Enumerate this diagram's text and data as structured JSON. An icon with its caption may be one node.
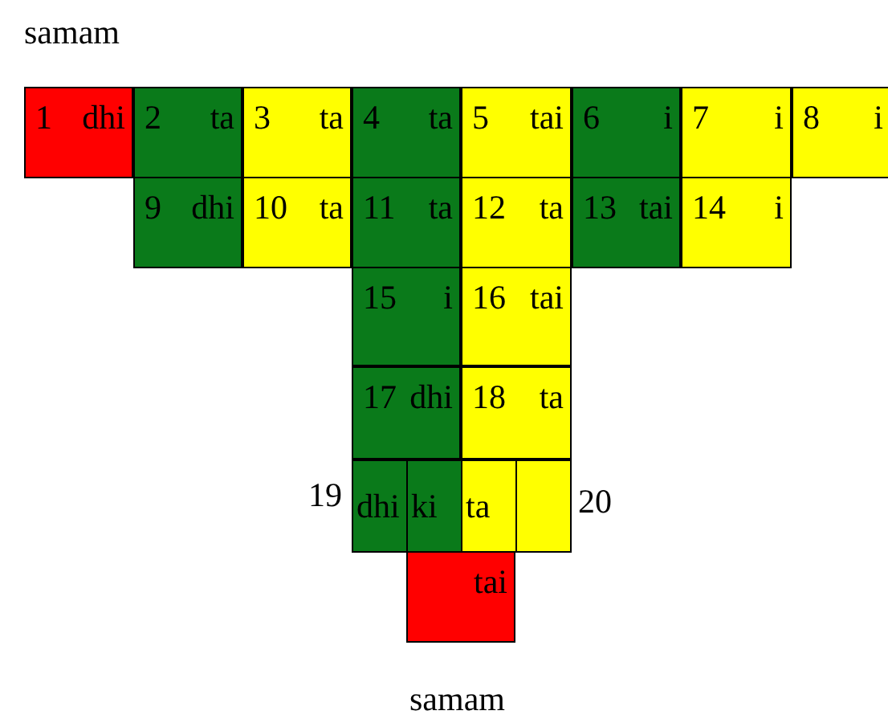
{
  "diagram": {
    "nodes": [
      {
        "text": [
          "1",
          "dhi"
        ]
      },
      {
        "text": [
          "2",
          "ta"
        ]
      },
      {
        "text": [
          "3",
          "ta"
        ]
      },
      {
        "text": [
          "4",
          "ta"
        ]
      },
      {
        "text": [
          "5",
          "tai"
        ]
      },
      {
        "text": [
          "6",
          "i"
        ]
      },
      {
        "text": [
          "7",
          "i"
        ]
      },
      {
        "text": [
          "8",
          "i"
        ]
      },
      {
        "text": [
          "9",
          "dhi"
        ]
      },
      {
        "text": [
          "10",
          "ta"
        ]
      },
      {
        "text": [
          "11",
          "ta"
        ]
      },
      {
        "text": [
          "12",
          "ta"
        ]
      },
      {
        "text": [
          "13",
          "tai"
        ]
      },
      {
        "text": [
          "14",
          "i"
        ]
      },
      {
        "text": [
          "15",
          "i"
        ]
      },
      {
        "text": [
          "16",
          "tai"
        ]
      },
      {
        "text": [
          "17",
          "dhi"
        ]
      },
      {
        "text": [
          "18",
          "ta"
        ]
      },
      {
        "text": [
          "dhi"
        ]
      },
      {
        "text": [
          "ki"
        ]
      },
      {
        "text": [
          "ta"
        ]
      },
      {
        "text": [],
        "shape": "box"
      },
      {
        "text": [
          "tai"
        ]
      }
    ],
    "edges": [],
    "labels": [
      "samam",
      "19",
      "20",
      "samam"
    ]
  }
}
